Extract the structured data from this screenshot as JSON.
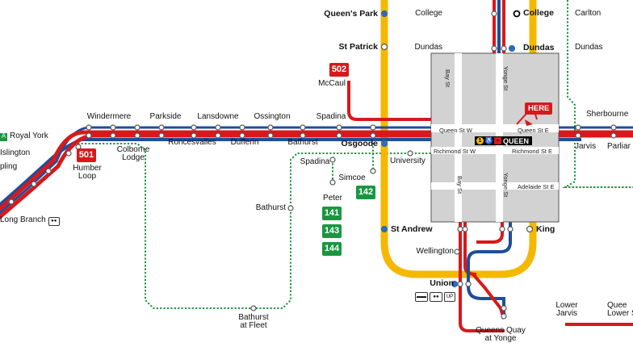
{
  "colors": {
    "line1": "#f5b800",
    "line2": "#d7191c",
    "blue": "#1f4e9a",
    "green_route": "#1a9641",
    "inset_bg": "#d2d2d2"
  },
  "stations": {
    "queens_park": "Queen's Park",
    "college_left": "College",
    "college_right": "College",
    "carlton": "Carlton",
    "st_patrick": "St Patrick",
    "dundas_left": "Dundas",
    "dundas_main": "Dundas",
    "dundas_right": "Dundas",
    "mccaul": "McCaul",
    "royal_york": "Royal York",
    "islington": "Islington",
    "kipling": "pling",
    "long_branch": "Long Branch",
    "windermere": "Windermere",
    "parkside": "Parkside",
    "lansdowne": "Lansdowne",
    "ossington": "Ossington",
    "spadina_top": "Spadina",
    "roncesvalles": "Roncesvalles",
    "dufferin": "Dufferin",
    "bathurst": "Bathurst",
    "osgoode": "Osgoode",
    "humber_loop": "Humber\nLoop",
    "colborne_lodge": "Colborne\nLodge",
    "spadina_low": "Spadina",
    "simcoe": "Simcoe",
    "university": "University",
    "peter": "Peter",
    "bathurst_side": "Bathurst",
    "st_andrew": "St Andrew",
    "king": "King",
    "wellington": "Wellington",
    "union": "Union",
    "bathurst_fleet": "Bathurst\nat Fleet",
    "queens_quay": "Queens Quay\nat Yonge",
    "lower_jarvis": "Lower\nJarvis",
    "lower_s": "Quee\nLower S",
    "sherbourne": "Sherbourne",
    "jarvis": "Jarvis",
    "parliament": "Parliar"
  },
  "routes": {
    "r502": "502",
    "r501": "501",
    "r142": "142",
    "r141": "141",
    "r143": "143",
    "r144": "144"
  },
  "inset": {
    "queen_label": "QUEEN",
    "here": "HERE",
    "streets": {
      "queen_w": "Queen St W",
      "queen_e": "Queen St E",
      "richmond_w": "Richmond St W",
      "richmond_e": "Richmond St E",
      "adelaide_e": "Adelaide St E",
      "bay_top": "Bay St",
      "bay_bot": "Bay St",
      "yonge_top": "Yonge St",
      "yonge_bot": "Yonge St"
    }
  },
  "icons": {
    "accessible": "accessible-icon",
    "subway": "subway-icon",
    "streetcar": "streetcar-icon"
  }
}
